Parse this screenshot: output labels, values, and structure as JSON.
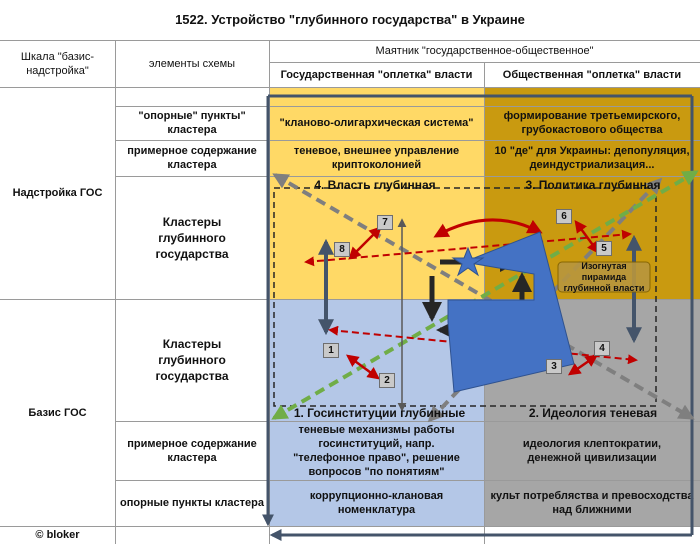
{
  "title": "1522.  Устройство \"глубинного государства\" в Украине",
  "header": {
    "scale": "Шкала \"базис-надстройка\"",
    "elements": "элементы схемы",
    "pendulum": "Маятник    \"государственное-общественное\"",
    "state_col": "Государственная \"оплетка\" власти",
    "public_col": "Общественная \"оплетка\" власти"
  },
  "rows": {
    "superstructure": "Надстройка ГОС",
    "basis": "Базис ГОС",
    "anchor_top": "\"опорные\" пункты\" кластера",
    "content_top": "примерное содержание кластера",
    "clusters_top": "Кластеры глубинного государства",
    "clusters_bottom": "Кластеры глубинного государства",
    "content_bottom": "примерное содержание кластера",
    "anchor_bottom": "опорные пункты кластера",
    "copyright": "© bloker"
  },
  "cells": {
    "state_anchor_top": "\"кланово-олигархическая система\"",
    "public_anchor_top": "формирование третьемирского, грубокастового общества",
    "state_content_top": "теневое, внешнее управление криптоколонией",
    "public_content_top": "10 \"де\" для Украины: депопуляция, деиндустриализация...",
    "state_content_bottom": "теневые механизмы работы госинституций, напр. \"телефонное право\", решение вопросов \"по понятиям\"",
    "public_content_bottom": "идеология клептократии, денежной цивилизации",
    "state_anchor_bottom": "коррупционно-клановая номенклатура",
    "public_anchor_bottom": "культ потребляства и превосходства над ближними"
  },
  "quadrants": {
    "q4": "4. Власть глубинная",
    "q3": "3. Политика глубинная",
    "q1": "1. Госинституции глубинные",
    "q2": "2. Идеология теневая"
  },
  "numbers": [
    "1",
    "2",
    "3",
    "4",
    "5",
    "6",
    "7",
    "8"
  ],
  "pyramid_label": "Изогнутая пирамида глубинной власти",
  "colors": {
    "yellow": "#ffd966",
    "ochre": "#c99a10",
    "blue_light": "#b4c7e7",
    "gray": "#a6a6a6",
    "pyramid": "#4472c4",
    "red": "#c00000",
    "green_dash": "#70ad47",
    "gray_dash": "#7f7f7f"
  }
}
